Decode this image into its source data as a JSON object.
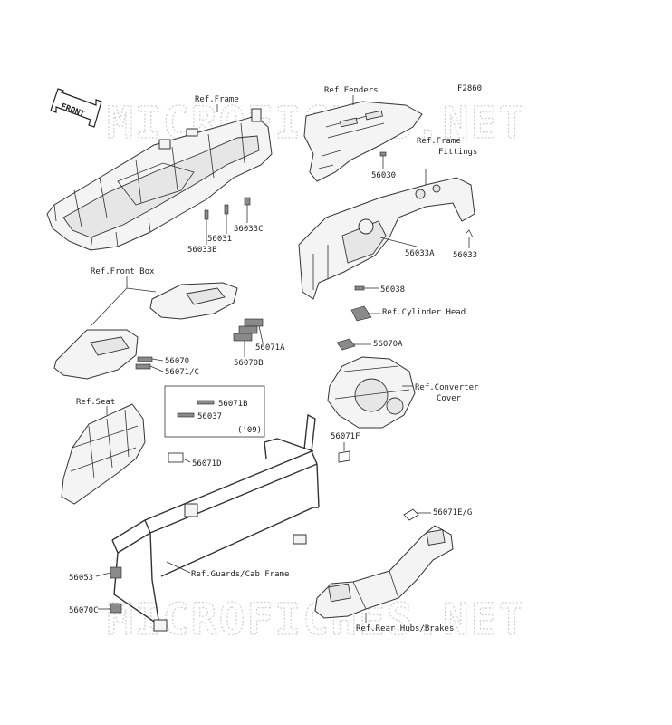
{
  "figure_code": "F2860",
  "front_label": "FRONT",
  "watermark_text": "MICROFICHES.NET",
  "labels": {
    "ref_frame": "Ref.Frame",
    "ref_fenders": "Ref.Fenders",
    "ref_frame_fittings_1": "Ref.Frame",
    "ref_frame_fittings_2": "Fittings",
    "p56030": "56030",
    "p56031": "56031",
    "p56033c": "56033C",
    "p56033b": "56033B",
    "p56033": "56033",
    "p56033a": "56033A",
    "ref_front_box": "Ref.Front Box",
    "p56038": "56038",
    "ref_cylinder_head": "Ref.Cylinder Head",
    "p56071a": "56071A",
    "p56070b": "56070B",
    "p56070": "56070",
    "p56071c": "56071/C",
    "p56070a": "56070A",
    "ref_converter_cover_1": "Ref.Converter",
    "ref_converter_cover_2": "Cover",
    "ref_seat": "Ref.Seat",
    "p56071b": "56071B",
    "p56037": "56037",
    "year_note": "('09)",
    "p56071f": "56071F",
    "p56071d": "56071D",
    "p56071eg": "56071E/G",
    "p56053": "56053",
    "ref_guards_cab_frame": "Ref.Guards/Cab Frame",
    "p56070c": "56070C",
    "ref_rear_hubs_brakes": "Ref.Rear Hubs/Brakes"
  },
  "colors": {
    "line": "#333333",
    "watermark": "#cfcfcf",
    "decal_fill": "#8a8a8a"
  }
}
